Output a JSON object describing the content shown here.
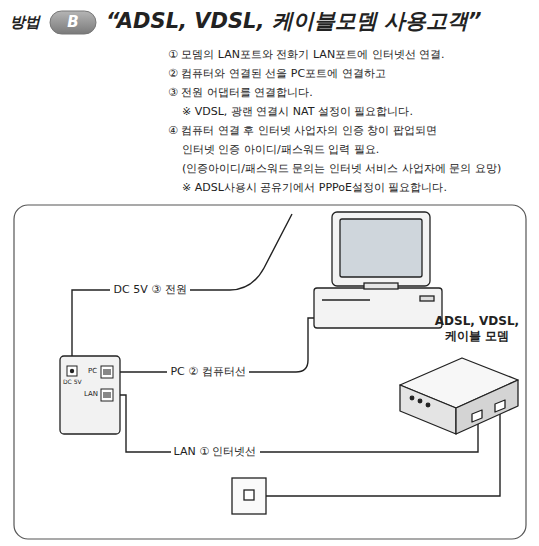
{
  "diagram": {
    "title": "“ADSL, VDSL, 케이블모뎀 사용고객”",
    "labels": [
      "방법",
      "B",
      "① 모뎀의 LAN포트와 전화기 LAN포트에 인터넷선 연결.",
      "② 컴퓨터와 연결된 선을 PC포트에 연결하고",
      "③ 전원 어댑터를 연결합니다.",
      "※ VDSL, 광랜 연결시 NAT 설정이 필요합니다.",
      "④ 컴퓨터 연결 후 인터넷 사업자의 인증 창이 팝업되면",
      "인터넷 인증 아이디/패스워드 입력 필요.",
      "(인증아이디/패스워드 문의는 인터넷 서비스 사업자에 문의 요망)",
      "※ ADSL사용시 공유기에서 PPPoE설정이 필요합니다.",
      "ADSL, VDSL, 케이블 모뎀",
      "DC 5V ③ 전원",
      "PC ② 컴퓨터선",
      "LAN ① 인터넷선",
      "DC 5V",
      "PC",
      "LAN"
    ]
  }
}
